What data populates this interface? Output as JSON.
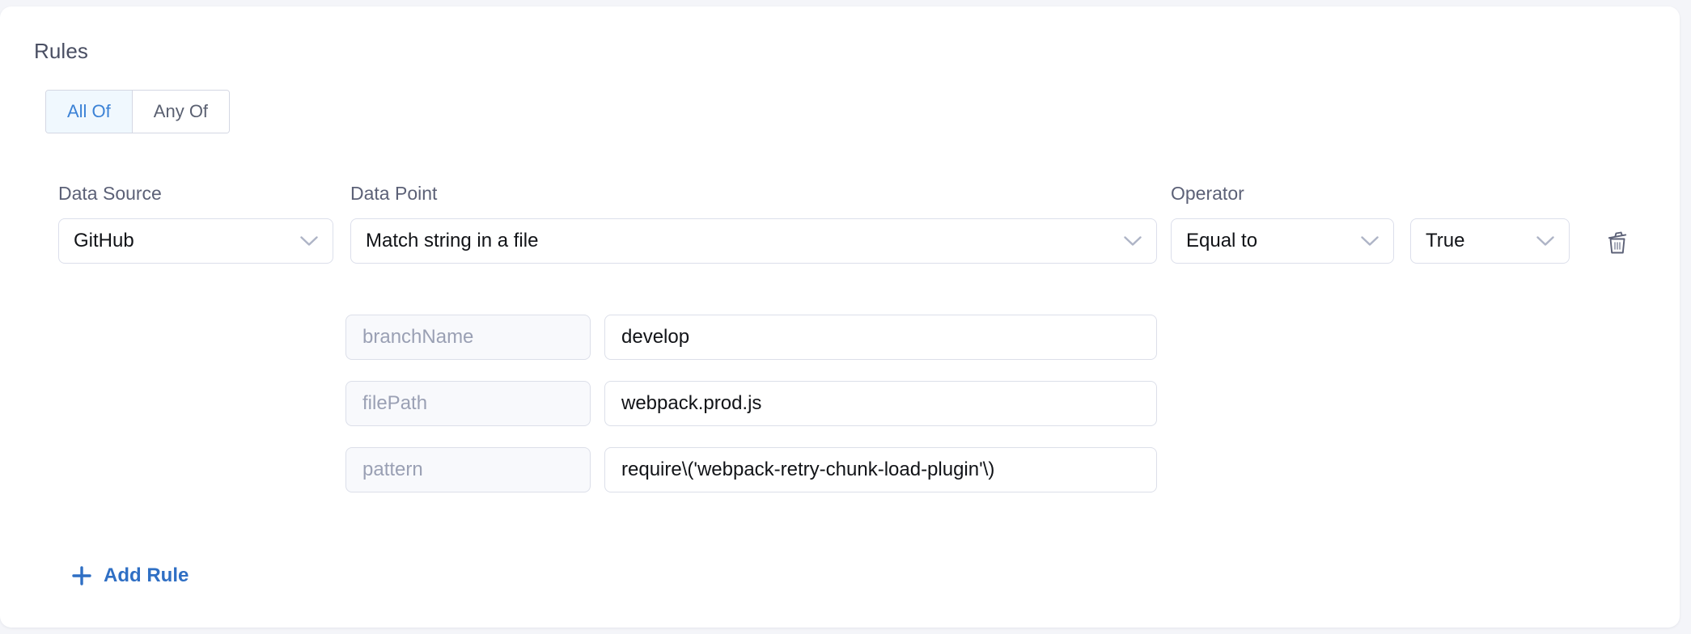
{
  "section": {
    "title": "Rules"
  },
  "match_toggle": {
    "options": [
      {
        "label": "All Of",
        "active": true
      },
      {
        "label": "Any Of",
        "active": false
      }
    ]
  },
  "columns": {
    "data_source_label": "Data Source",
    "data_point_label": "Data Point",
    "operator_label": "Operator"
  },
  "rule": {
    "data_source": "GitHub",
    "data_point": "Match string in a file",
    "operator": "Equal to",
    "value": "True",
    "delete_icon": "trash-icon",
    "chevron_icon": "chevron-down-icon",
    "parameters": [
      {
        "key": "branchName",
        "value": "develop"
      },
      {
        "key": "filePath",
        "value": "webpack.prod.js"
      },
      {
        "key": "pattern",
        "value": "require\\('webpack-retry-chunk-load-plugin'\\)"
      }
    ]
  },
  "actions": {
    "add_rule_label": "Add Rule",
    "add_rule_icon": "plus-icon"
  },
  "colors": {
    "accent_blue": "#3b82d6",
    "link_blue": "#2f6fc4",
    "active_tab_bg": "#f0f8fe",
    "border": "#dcdfeb",
    "key_bg": "#f8f9fc",
    "muted_text": "#9aa0b4",
    "heading_text": "#4a4f63",
    "page_bg": "#f4f5f9"
  }
}
